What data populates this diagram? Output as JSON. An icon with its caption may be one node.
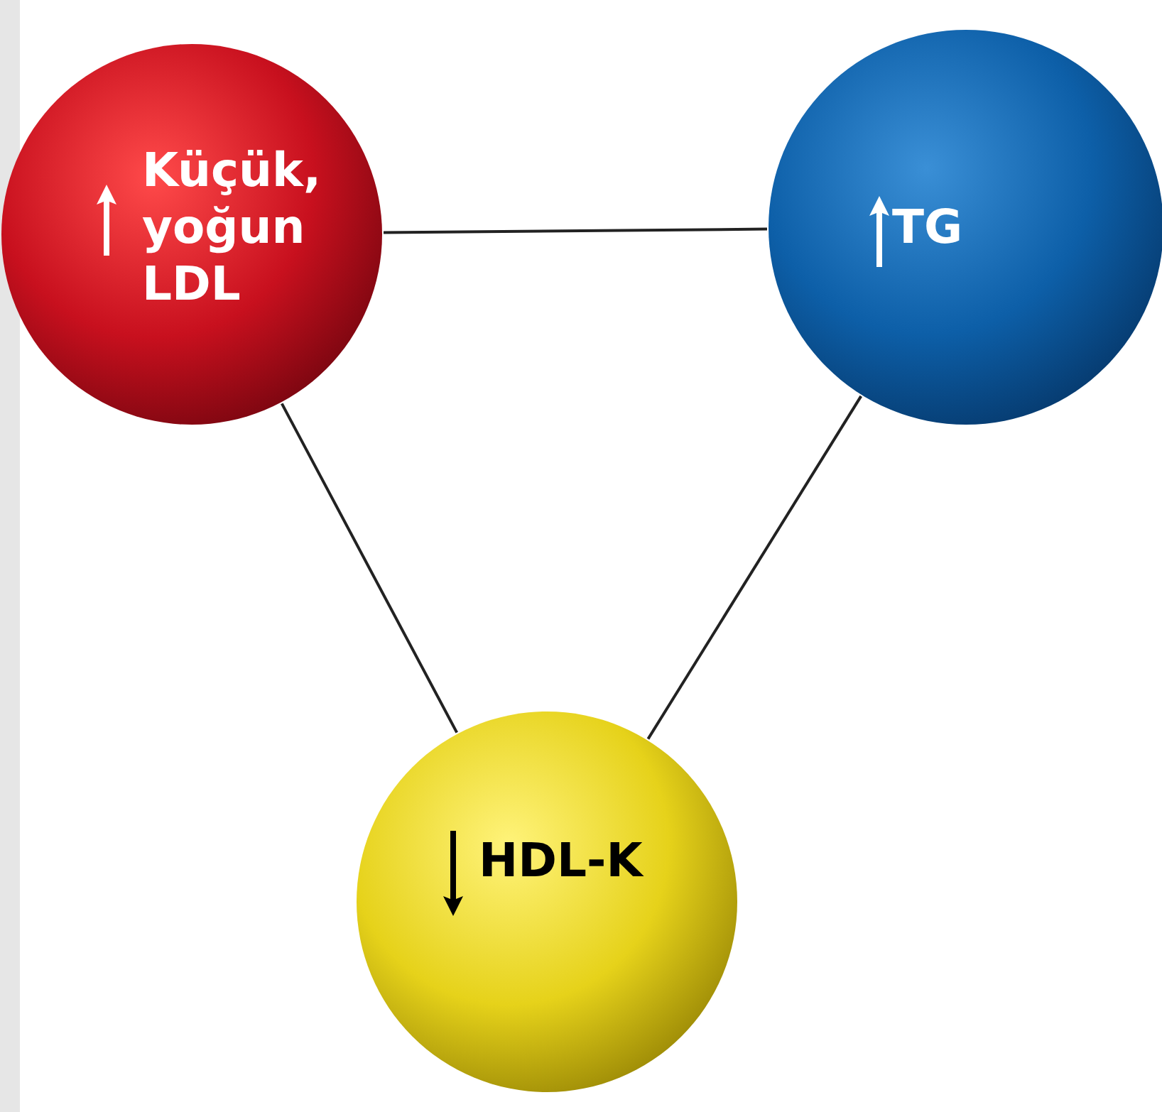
{
  "diagram": {
    "nodes": [
      {
        "text": [
          "Küçük, yoğun LDL"
        ]
      },
      {
        "text": [
          "TG"
        ]
      },
      {
        "text": [
          "HDL-K"
        ]
      }
    ],
    "edges": [
      {
        "from": 0,
        "to": 1,
        "arrow": "none"
      },
      {
        "from": 0,
        "to": 2,
        "arrow": "none"
      },
      {
        "from": 1,
        "to": 2,
        "arrow": "none"
      }
    ]
  }
}
